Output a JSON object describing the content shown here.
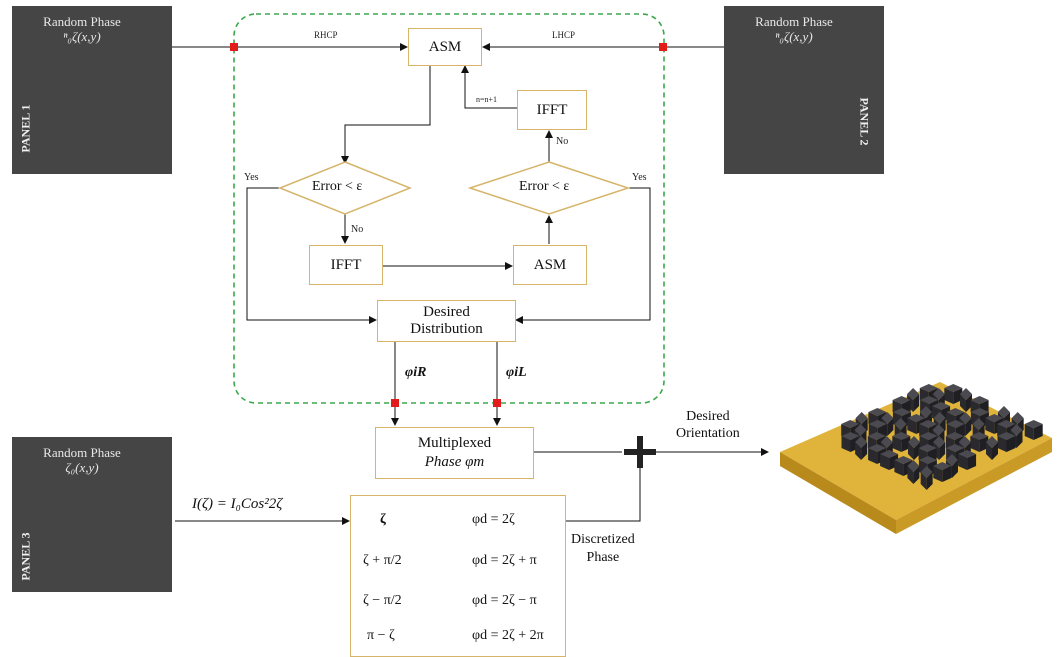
{
  "panel1": {
    "title": "Random Phase",
    "phase": "ⁿ₀ζ(x,y)",
    "side": "PANEL 1",
    "icon": "rocket-icon"
  },
  "panel2": {
    "title": "Random Phase",
    "phase": "ⁿ₀ζ(x,y)",
    "side": "PANEL 2",
    "icon": "bicycle-icon"
  },
  "panel3": {
    "title": "Random Phase",
    "phase": "ζ₀(x,y)",
    "side": "PANEL 3",
    "icon": "diamond-icon"
  },
  "flow": {
    "rhcp": "RHCP",
    "lhcp": "LHCP",
    "asm_top": "ASM",
    "ifft_right": "IFFT",
    "n_update": "n=n+1",
    "no_right": "No",
    "error_left": "Error < ε",
    "error_right": "Error < ε",
    "yes_left": "Yes",
    "yes_right": "Yes",
    "no_left": "No",
    "ifft_bottom": "IFFT",
    "asm_bottom": "ASM",
    "desired_line1": "Desired",
    "desired_line2": "Distribution",
    "phi_ir": "φiR",
    "phi_il": "φiL"
  },
  "multiplexed": {
    "line1": "Multiplexed",
    "line2": "Phase φm"
  },
  "desired_orientation": {
    "line1": "Desired",
    "line2": "Orientation"
  },
  "intensity_eq": "I(ζ) =  I₀Cos²2ζ",
  "discretized": {
    "line1": "Discretized",
    "line2": "Phase"
  },
  "mapping": [
    {
      "left": "ζ",
      "right": "φd = 2ζ"
    },
    {
      "left": "ζ + π/2",
      "right": "φd = 2ζ + π"
    },
    {
      "left": "ζ − π/2",
      "right": "φd = 2ζ − π"
    },
    {
      "left": "π − ζ",
      "right": "φd = 2ζ + 2π"
    }
  ],
  "colors": {
    "panel": "#454545",
    "box_border": "#d6b46a",
    "dashed_border": "#3aa84a",
    "marker": "#e21b1b",
    "substrate": "#e0b43a",
    "pillar": "#2f2f33"
  }
}
